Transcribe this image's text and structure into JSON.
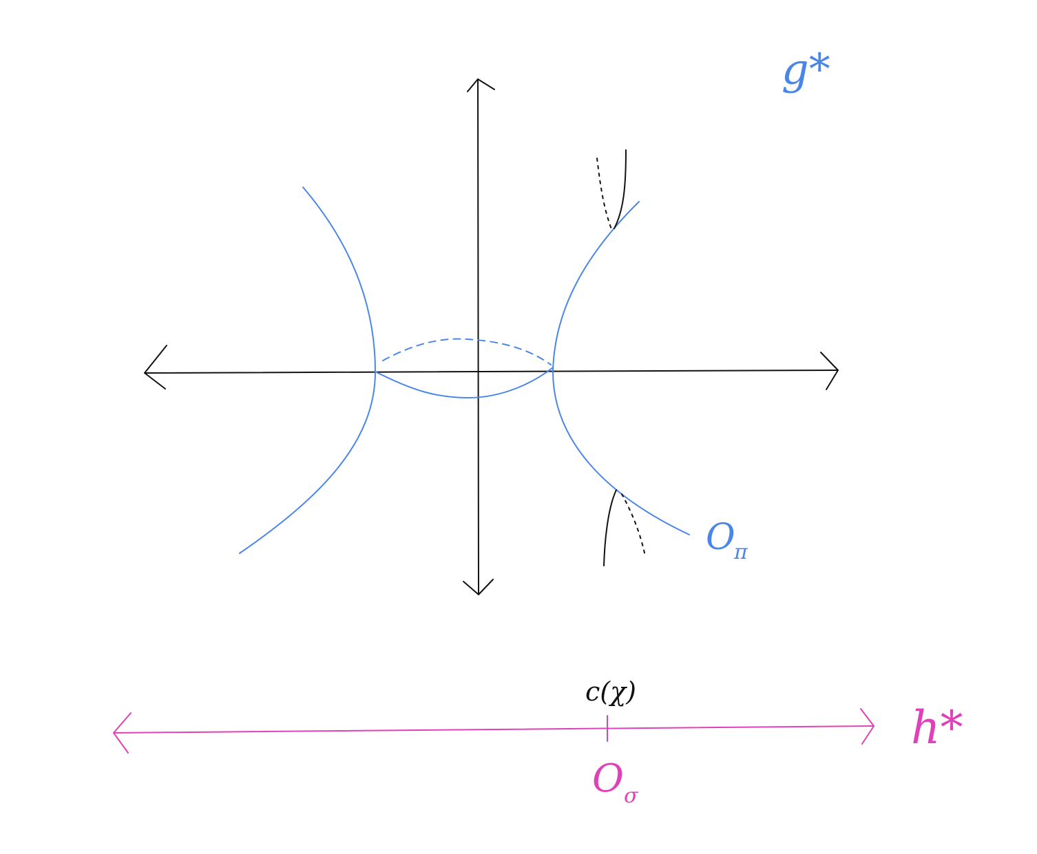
{
  "colors": {
    "ink": "#111111",
    "orbit_blue": "#4a86e8",
    "line_pink": "#e040b8",
    "background": "#ffffff"
  },
  "labels": {
    "g_star": "g*",
    "orbit_pi": "O",
    "orbit_pi_sub": "π",
    "h_star": "h*",
    "c_chi": "c(χ)",
    "orbit_sigma": "O",
    "orbit_sigma_sub": "σ"
  },
  "elements": {
    "axes": "black-arrows",
    "hyperboloid": "two-sheet-blue",
    "tick": "vertical-mark-on-h-line"
  }
}
